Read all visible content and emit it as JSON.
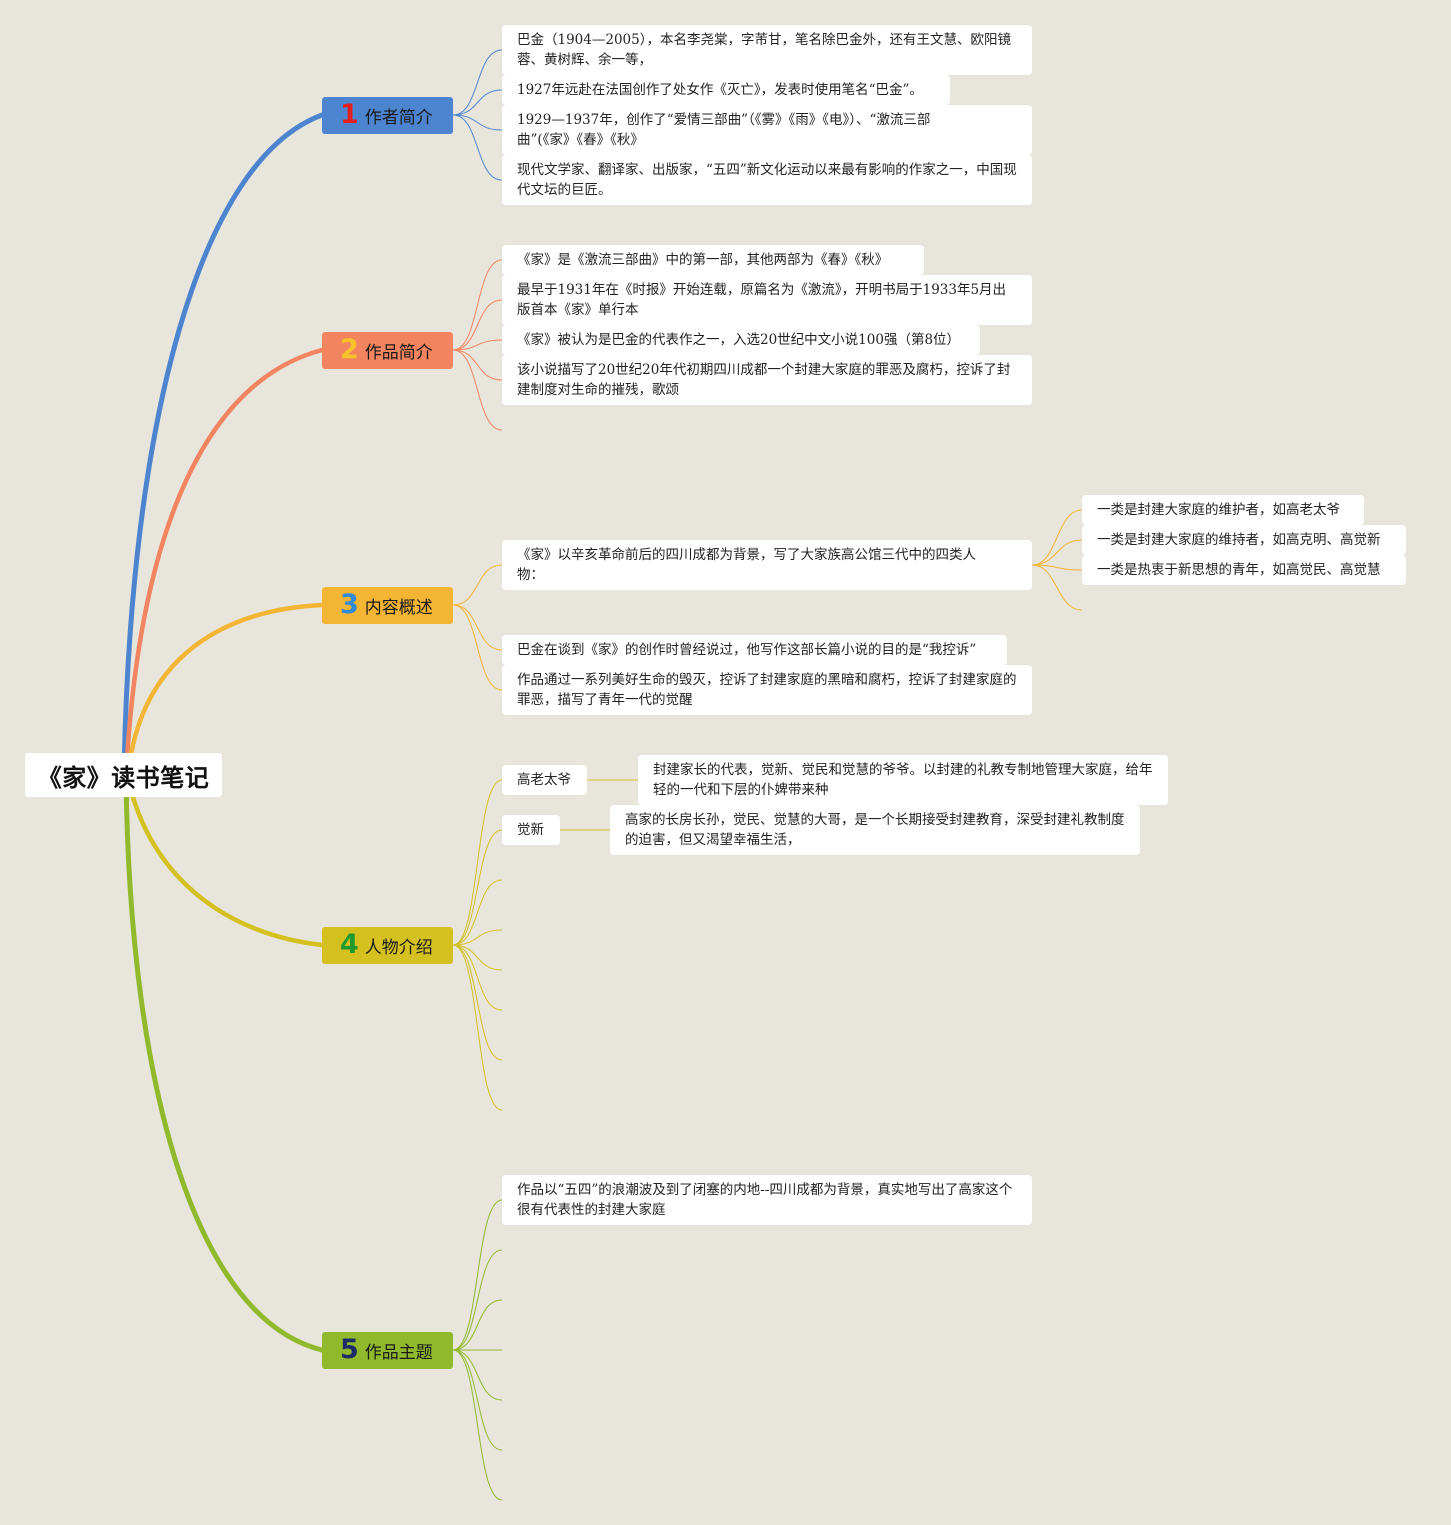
{
  "root": {
    "title": "《家》读书笔记"
  },
  "colors": {
    "background": "#e8e5dc",
    "branch1": "#4d84cf",
    "branch2": "#f2845f",
    "branch3": "#f3b533",
    "branch4": "#d4c11f",
    "branch5": "#90b92c"
  },
  "branches": [
    {
      "num": "1",
      "title": "作者简介",
      "items": [
        "巴金（1904—2005），本名李尧棠，字芾甘，笔名除巴金外，还有王文慧、欧阳镜蓉、黄树辉、余一等，",
        "1927年远赴在法国创作了处女作《灭亡》，发表时使用笔名“巴金”。",
        "1929—1937年，创作了“爱情三部曲”（《雾》《雨》《电》）、“激流三部曲”(《家》《春》《秋》",
        "现代文学家、翻译家、出版家，“五四”新文化运动以来最有影响的作家之一，中国现代文坛的巨匠。"
      ]
    },
    {
      "num": "2",
      "title": "作品简介",
      "items": [
        "《家》是《激流三部曲》中的第一部，其他两部为《春》《秋》",
        "最早于1931年在《时报》开始连载，原篇名为《激流》，开明书局于1933年5月出版首本《家》单行本",
        "《家》被认为是巴金的代表作之一，入选20世纪中文小说100强（第8位）",
        "该小说描写了20世纪20年代初期四川成都一个封建大家庭的罪恶及腐朽，控诉了封建制度对生命的摧残，歌颂"
      ]
    },
    {
      "num": "3",
      "title": "内容概述",
      "items": [
        "《家》以辛亥革命前后的四川成都为背景，写了大家族高公馆三代中的四类人物：",
        "巴金在谈到《家》的创作时曾经说过，他写作这部长篇小说的目的是“我控诉”",
        "作品通过一系列美好生命的毁灭，控诉了封建家庭的黑暗和腐朽，控诉了封建家庭的罪恶，描写了青年一代的觉醒"
      ],
      "sub_items": [
        "一类是封建大家庭的维护者，如高老太爷",
        "一类是封建大家庭的维持者，如高克明、高觉新",
        "一类是热衷于新思想的青年，如高觉民、高觉慧"
      ]
    },
    {
      "num": "4",
      "title": "人物介绍",
      "characters": [
        {
          "name": "高老太爷",
          "desc": "封建家长的代表，觉新、觉民和觉慧的爷爷。以封建的礼教专制地管理大家庭，给年轻的一代和下层的仆婢带来种"
        },
        {
          "name": "觉新",
          "desc": "高家的长房长孙，觉民、觉慧的大哥，是一个长期接受封建教育，深受封建礼教制度的迫害，但又渴望幸福生活，"
        }
      ]
    },
    {
      "num": "5",
      "title": "作品主题",
      "items": [
        "作品以“五四”的浪潮波及到了闭塞的内地--四川成都为背景，真实地写出了高家这个很有代表性的封建大家庭"
      ]
    }
  ]
}
